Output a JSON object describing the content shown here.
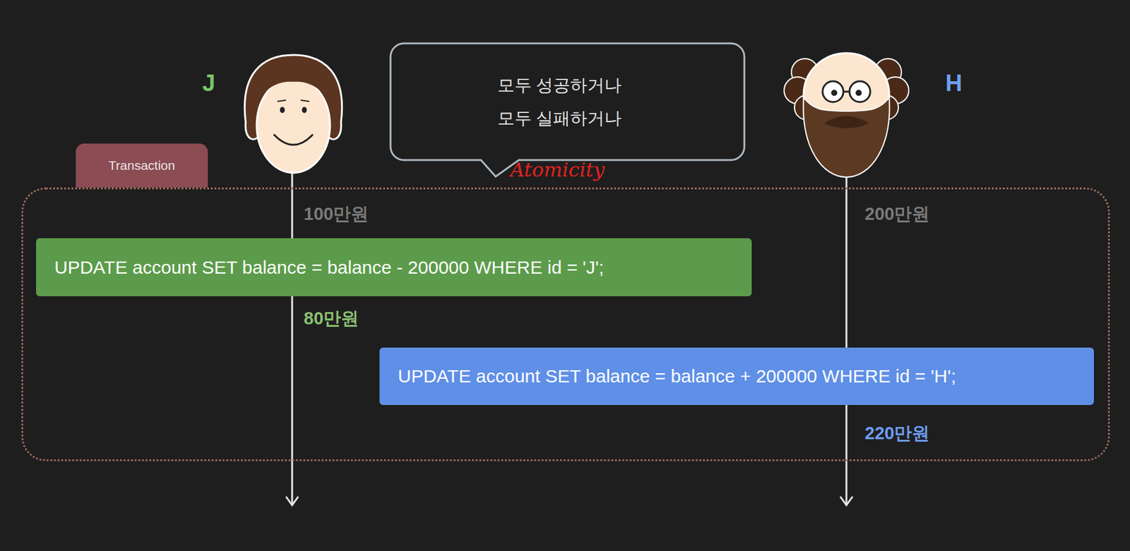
{
  "diagram": {
    "nodes": [
      {
        "text": [
          "Transaction"
        ]
      },
      {
        "text": [
          "UPDATE account SET balance = balance - 200000 WHERE id = 'J';"
        ],
        "in": 0
      },
      {
        "text": [
          "UPDATE account SET balance = balance + 200000 WHERE id = 'H';"
        ],
        "in": 0
      },
      {
        "text": [
          "모두 성공하거나 모두 실패하거나"
        ]
      }
    ],
    "labels": [
      "J",
      "H",
      "Atomicity",
      "100만원",
      "80만원",
      "200만원",
      "220만원"
    ]
  }
}
